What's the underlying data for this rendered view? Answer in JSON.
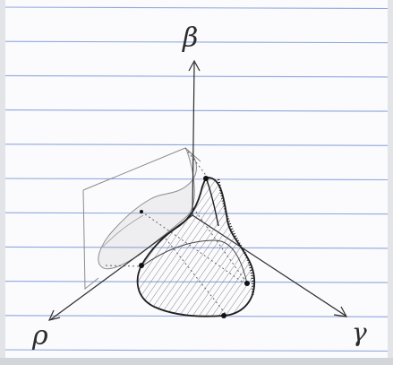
{
  "axes": {
    "beta": "β",
    "rho": "ρ",
    "gamma": "γ"
  },
  "colors": {
    "paper": "#fbfbfd",
    "ruling": "#8ea6dc",
    "ink": "#2c2c2c",
    "pencil": "#8c8c8c",
    "margin_shadow": "#c9ccd2"
  }
}
